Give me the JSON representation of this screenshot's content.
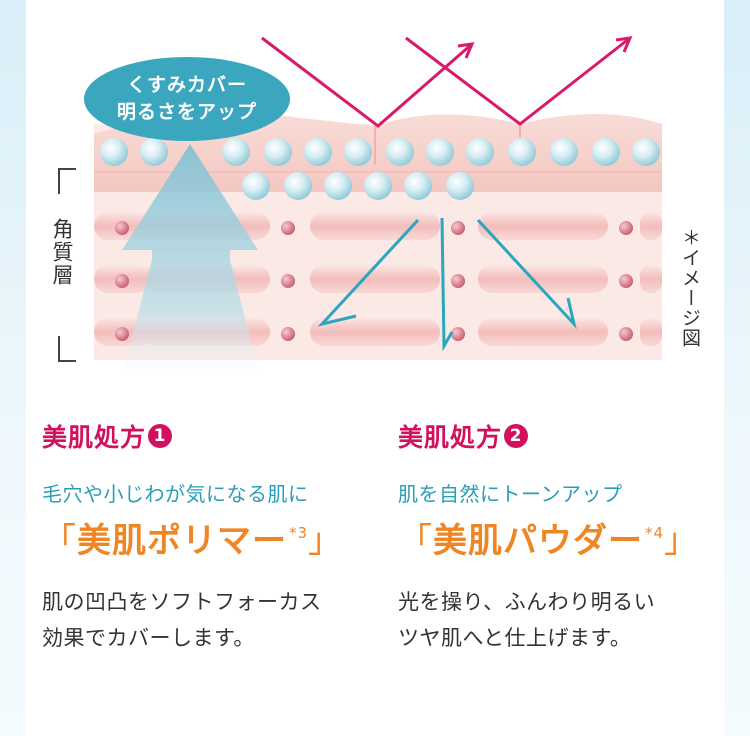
{
  "diagram": {
    "bubble_line1": "くすみカバー",
    "bubble_line2": "明るさをアップ",
    "side_label": "角質層",
    "note": "＊イメージ図"
  },
  "sections": [
    {
      "title": "美肌処方",
      "number": "1",
      "subtitle": "毛穴や小じわが気になる肌に",
      "open_bracket": "「",
      "highlight": "美肌ポリマー",
      "footnote": "*3",
      "close_bracket": "」",
      "desc_line1": "肌の凹凸をソフトフォーカス",
      "desc_line2": "効果でカバーします。"
    },
    {
      "title": "美肌処方",
      "number": "2",
      "subtitle": "肌を自然にトーンアップ",
      "open_bracket": "「",
      "highlight": "美肌パウダー",
      "footnote": "*4",
      "close_bracket": "」",
      "desc_line1": "光を操り、ふんわり明るい",
      "desc_line2": "ツヤ肌へと仕上げます。"
    }
  ],
  "colors": {
    "magenta": "#d2115e",
    "teal": "#2a9db7",
    "orange": "#ef8626"
  }
}
